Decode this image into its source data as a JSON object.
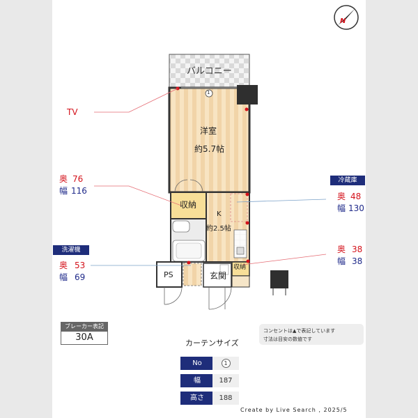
{
  "rooms": {
    "balcony": "バルコニー",
    "western_room": "洋室",
    "western_room_size": "約5.7帖",
    "storage_main": "収納",
    "kitchen": "K",
    "kitchen_size": "約2.5帖",
    "storage_entry": "収納",
    "ps": "PS",
    "entrance": "玄関",
    "window_number": "1"
  },
  "callouts": {
    "tv": "TV",
    "storage": {
      "depth_label": "奥",
      "depth": "76",
      "width_label": "幅",
      "width": "116"
    },
    "fridge": {
      "title": "冷蔵庫",
      "depth_label": "奥",
      "depth": "48",
      "width_label": "幅",
      "width": "130"
    },
    "washer": {
      "title": "洗濯機",
      "depth_label": "奥",
      "depth": "53",
      "width_label": "幅",
      "width": "69"
    },
    "entry_storage": {
      "depth_label": "奥",
      "depth": "38",
      "width_label": "幅",
      "width": "38"
    }
  },
  "breaker": {
    "label": "ブレーカー表記",
    "value": "30A"
  },
  "note": {
    "line1": "コンセントは▲で表記しています",
    "line2": "寸法は目安の数値です"
  },
  "curtain": {
    "title": "カーテンサイズ",
    "rows": [
      {
        "label": "No",
        "value": "1"
      },
      {
        "label": "幅",
        "value": "187"
      },
      {
        "label": "高さ",
        "value": "188"
      }
    ]
  },
  "compass": {
    "letter": "N"
  },
  "credit": "Create by Live Search , 2025/5",
  "colors": {
    "accent_red": "#d4121b",
    "navy": "#1e2d7a",
    "floor": "#f6dfb9",
    "storage": "#f8df98"
  }
}
